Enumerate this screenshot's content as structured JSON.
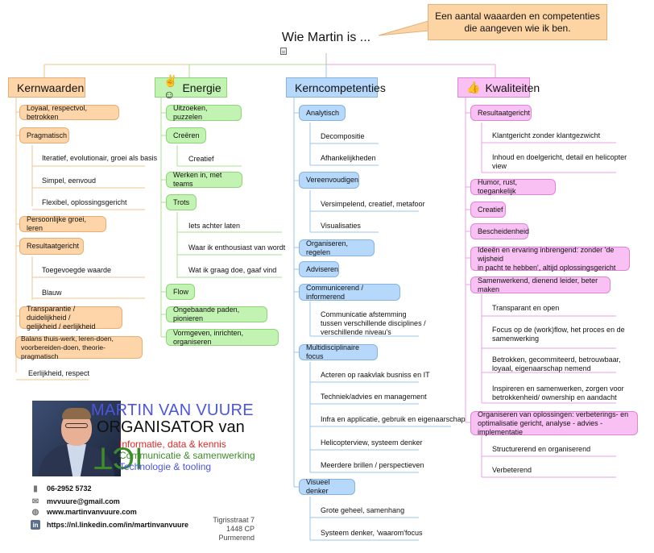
{
  "root": {
    "title": "Wie Martin is ..."
  },
  "callout": {
    "line1": "Een aantal waaarden en competenties",
    "line2": "die aangeven wie ik ben."
  },
  "colors": {
    "orange": "#fdd5a9",
    "green": "#c3f3b3",
    "blue": "#b6d8fb",
    "pink": "#f9c0f4",
    "name_blue": "#4b55e0",
    "ict_green": "#3c8c2a",
    "ict_red": "#e02828"
  },
  "kernwaarden": {
    "title": "Kernwaarden",
    "n1": "Loyaal, respectvol, betrokken",
    "n2": "Pragmatisch",
    "n2_leaves": [
      "Iteratief, evolutionair, groei als basis",
      "Simpel, eenvoud",
      "Flexibel, oplossingsgericht"
    ],
    "n3": "Persoonlijke groei, leren",
    "n4": "Resultaatgericht",
    "n4_leaves": [
      "Toegevoegde waarde",
      "Blauw"
    ],
    "n5_line1": "Transparantie /  duidelijkheid /",
    "n5_line2": "gelijkheid / eerlijkheid",
    "n6_line1": "Balans thuis-werk, leren-doen,",
    "n6_line2": "voorbereiden-doen, theorie-pragmatisch",
    "leaf_last": "Eerlijkheid, respect"
  },
  "energie": {
    "icon": "thumbs-up-smile-icon",
    "title": "Energie",
    "n1": "Uitzoeken, puzzelen",
    "n2": "Creëren",
    "n2_leaves": [
      "Creatief"
    ],
    "n3": "Werken in, met teams",
    "n4": "Trots",
    "n4_leaves": [
      "Iets achter laten",
      "Waar ik enthousiast van wordt",
      "Wat ik graag doe, gaaf vind"
    ],
    "n5": "Flow",
    "n6": "Ongebaande paden, pionieren",
    "n7": "Vormgeven, inrichten, organiseren"
  },
  "kerncompetenties": {
    "title": "Kerncompetenties",
    "n1": "Analytisch",
    "n1_leaves": [
      "Decompositie",
      "Afhankelijkheden"
    ],
    "n2": "Vereenvoudigen",
    "n2_leaves": [
      "Versimpelend, creatief, metafoor",
      "Visualisaties"
    ],
    "n3": "Organiseren, regelen",
    "n4": "Adviseren",
    "n5": "Communicerend / informerend",
    "n5_leaf_line1": "Communicatie afstemming",
    "n5_leaf_line2": "tussen verschillende disciplines /",
    "n5_leaf_line3": "verschillende niveau's",
    "n6": "Multidisciplinaire focus",
    "n6_leaves": [
      "Acteren op raakvlak busniss en IT",
      "Techniek/advies en management",
      "Infra en applicatie, gebruik en eigenaarschap",
      "Helicopterview, systeem denker",
      "Meerdere brillen / perspectieven"
    ],
    "n7": "Visueel denker",
    "n7_leaves": [
      "Grote geheel, samenhang",
      "Systeem denker, 'waarom'focus"
    ]
  },
  "kwaliteiten": {
    "icon": "thumbs-up-icon",
    "title": "Kwaliteiten",
    "n1": "Resultaatgericht",
    "n1_leaf1": "Klantgericht zonder klantgezwicht",
    "n1_leaf2_line1": "Inhoud en doelgericht, detail en helicopter",
    "n1_leaf2_line2": "view",
    "n2": "Humor, rust, toegankelijk",
    "n3": "Creatief",
    "n4": "Bescheidenheid",
    "n5_line1": "Ideeën en ervaring inbrengend: zonder 'de wijsheid",
    "n5_line2": "in pacht te hebben', altijd oplossingsgericht",
    "n6": "Samenwerkend, dienend leider, beter maken",
    "n6_leaf1": "Transparant en open",
    "n6_leaf2_line1": "Focus op de (work)flow, het proces en de",
    "n6_leaf2_line2": "samenwerking",
    "n6_leaf3_line1": "Betrokken, gecommiteerd, betrouwbaar,",
    "n6_leaf3_line2": "loyaal, eigenaarschap nemend",
    "n6_leaf4_line1": "Inspireren en samenwerken, zorgen voor",
    "n6_leaf4_line2": "betrokkenheid/ ownership en aandacht",
    "n7_line1": "Organiseren van oplossingen: verbeterings- en",
    "n7_line2": "optimalisatie gericht, analyse - advies - implementatie",
    "n7_leaves": [
      "Structurerend en organiserend",
      "Verbeterend"
    ]
  },
  "profile": {
    "name": "MARTIN VAN VUURE",
    "role": "ORGANISATOR van",
    "ict": "ICT",
    "ict_lines": [
      "Informatie, data & kennis",
      "Communicatie & samenwerking",
      "Technologie & tooling"
    ]
  },
  "contact": {
    "phone": "06-2952 5732",
    "email": "mvvuure@gmail.com",
    "website": "www.martinvanvuure.com",
    "linkedin": "https://nl.linkedin.com/in/martinvanvuure",
    "linkedin_icon_text": "in",
    "address_line1": "Tigrisstraat 7",
    "address_line2": "1448 CP Purmerend"
  }
}
